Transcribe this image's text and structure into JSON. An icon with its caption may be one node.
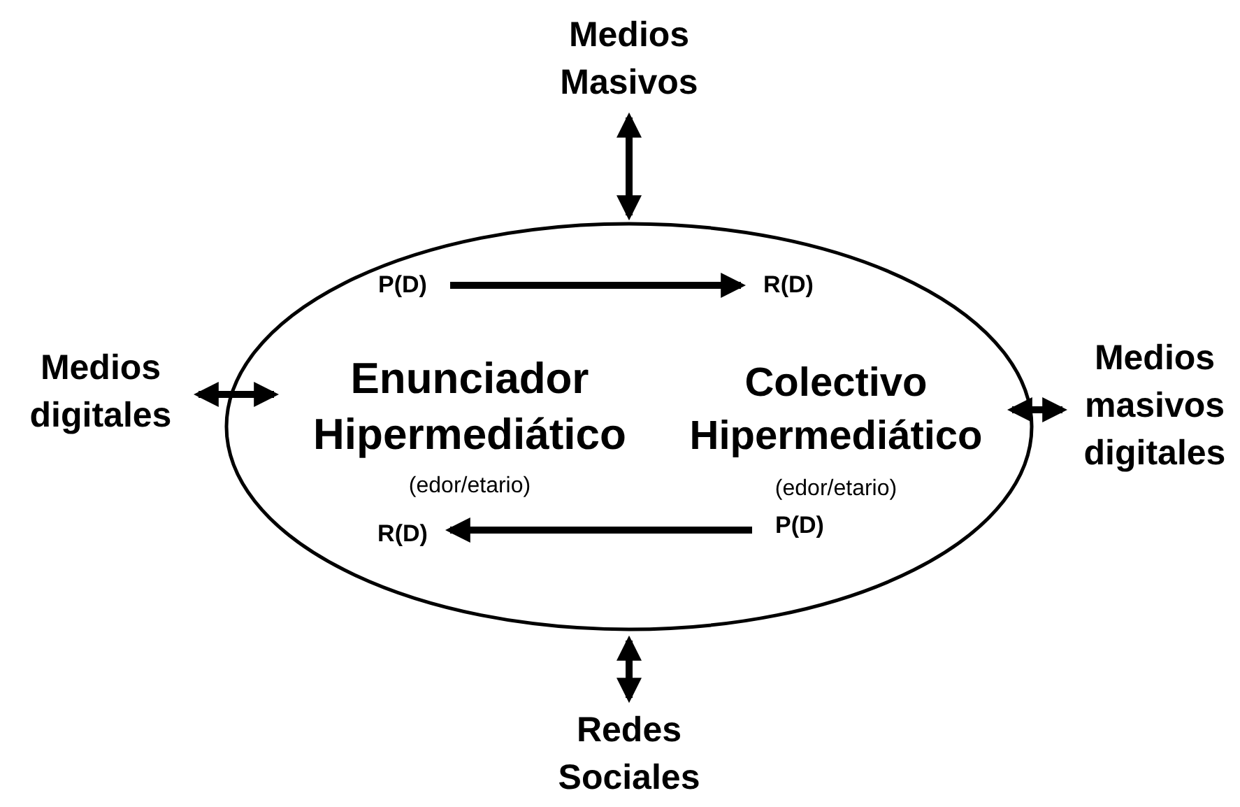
{
  "diagram": {
    "nodes": [
      {
        "text": [
          "Medios Masivos"
        ]
      },
      {
        "text": [],
        "shape": "ellipse"
      },
      {
        "text": [
          "P(D)"
        ],
        "in": 1
      },
      {
        "text": [
          "R(D)"
        ],
        "in": 1
      },
      {
        "text": [
          "Medios digitales"
        ]
      },
      {
        "text": [
          "Enunciador Hipermediático"
        ],
        "in": 1,
        "beside": [
          "(edor/etario)"
        ]
      },
      {
        "text": [
          "Colectivo Hipermediático"
        ],
        "in": 1,
        "beside": [
          "(edor/etario)"
        ]
      },
      {
        "text": [
          "Medios masivos digitales"
        ]
      },
      {
        "text": [
          "R(D)"
        ],
        "in": 1
      },
      {
        "text": [
          "P(D)"
        ],
        "in": 1
      },
      {
        "text": [
          "Redes Sociales"
        ]
      }
    ],
    "edges": [
      {
        "from": 0,
        "to": 1,
        "arrow": "both"
      },
      {
        "from": 2,
        "to": 3,
        "arrow": "to"
      },
      {
        "from": 4,
        "to": 5,
        "arrow": "both"
      },
      {
        "from": 6,
        "to": 7,
        "arrow": "both"
      },
      {
        "from": 9,
        "to": 8,
        "arrow": "to"
      },
      {
        "from": 1,
        "to": 10,
        "arrow": "both"
      }
    ]
  }
}
